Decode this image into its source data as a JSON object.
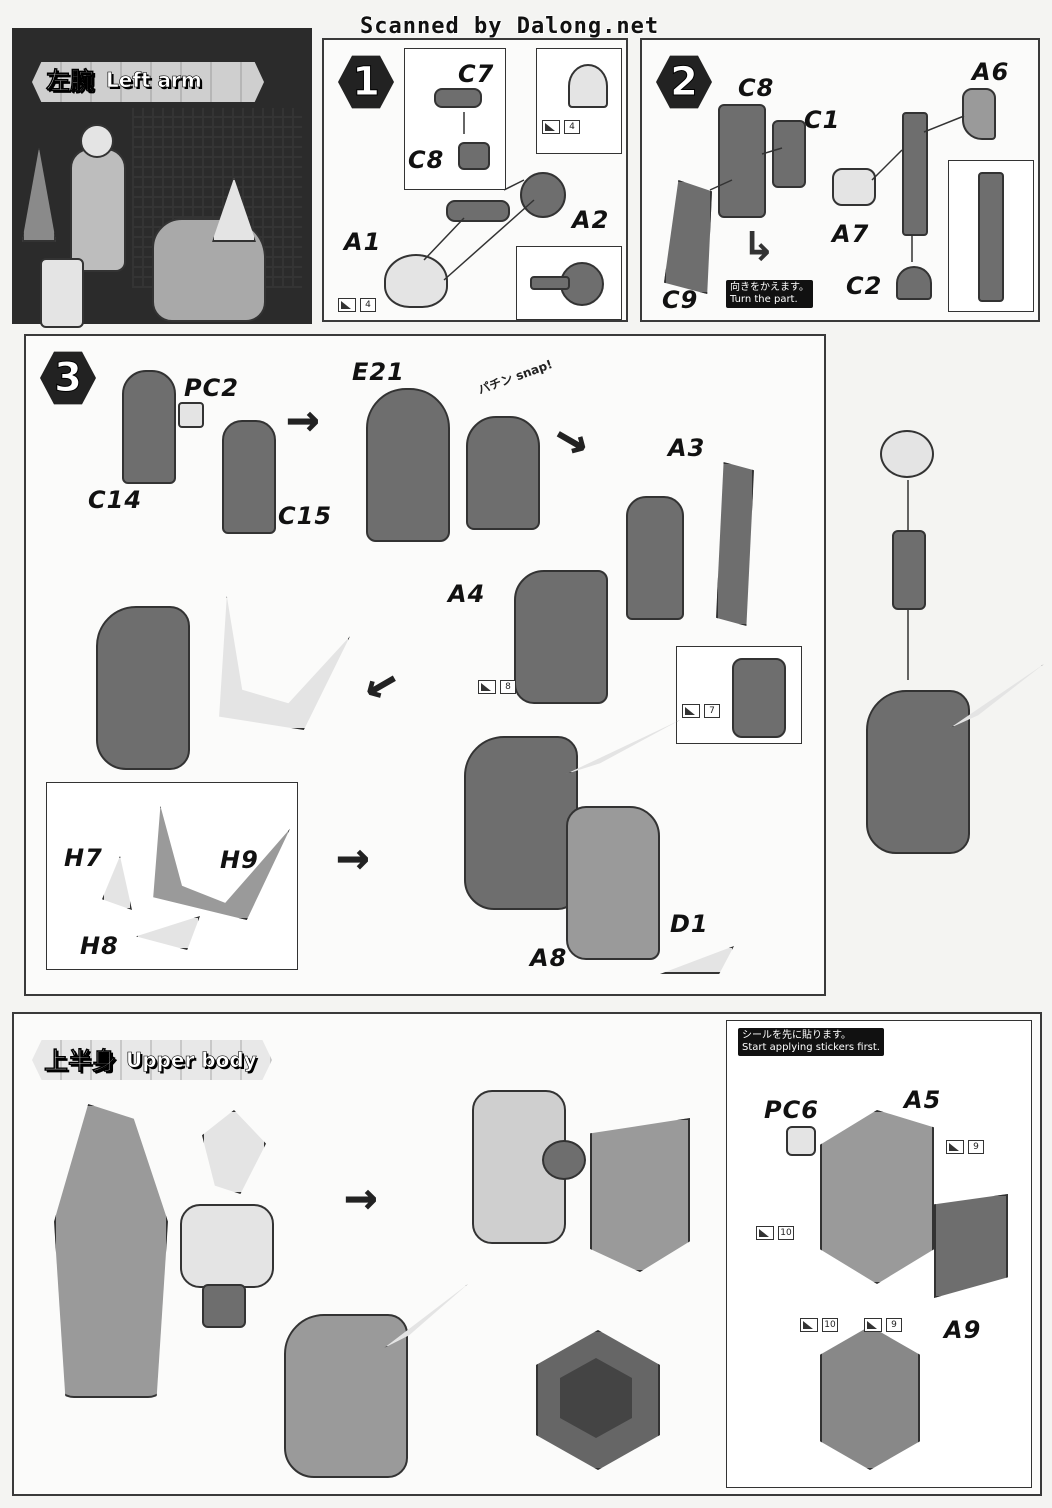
{
  "watermark": "Scanned by Dalong.net",
  "left_arm": {
    "title_jp": "左腕",
    "title_en": "Left arm",
    "step1": {
      "number": "1",
      "labels": [
        "C7",
        "C8",
        "A1",
        "A2"
      ],
      "stickers": [
        "4",
        "4"
      ]
    },
    "step2": {
      "number": "2",
      "labels": [
        "C8",
        "C1",
        "A6",
        "A7",
        "C2",
        "C9"
      ],
      "note_jp": "向きをかえます。",
      "note_en": "Turn the part."
    },
    "step3": {
      "number": "3",
      "labels": [
        "PC2",
        "E21",
        "A3",
        "C14",
        "C15",
        "A4",
        "H7",
        "H9",
        "H8",
        "A8",
        "D1"
      ],
      "stickers": [
        "8",
        "7"
      ],
      "snap_text": "snap!",
      "snap_text_jp": "パチン"
    }
  },
  "upper_body": {
    "title_jp": "上半身",
    "title_en": "Upper body",
    "note_jp": "シールを先に貼ります。",
    "note_en": "Start applying stickers first.",
    "labels": [
      "PC6",
      "A5",
      "A9"
    ],
    "stickers": [
      "9",
      "10",
      "10",
      "9"
    ]
  },
  "colors": {
    "ink": "#222222",
    "panel_dark": "#2b2b2b",
    "paper": "#f4f4f2"
  }
}
